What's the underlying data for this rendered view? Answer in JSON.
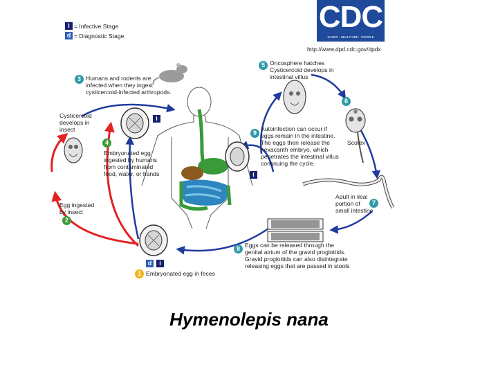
{
  "legend": {
    "infective_symbol": "i",
    "infective_label": "= Infective Stage",
    "diagnostic_symbol": "d",
    "diagnostic_label": "= Diagnostic Stage"
  },
  "logo": {
    "text": "CDC",
    "tagline": "SAFER · HEALTHIER · PEOPLE"
  },
  "url": "http://www.dpd.cdc.gov/dpdx",
  "stages": {
    "s1": {
      "num": "1",
      "text": "Embryonated egg in feces"
    },
    "s2": {
      "num": "2",
      "text": "Egg ingested\nby insect"
    },
    "s3": {
      "num": "3",
      "text": "Humans and rodents are\ninfected when they ingest\ncysticercoid-infected arthropods."
    },
    "s4": {
      "num": "4",
      "text": "Embryonated egg\ningested by humans\nfrom contaminated\nfood, water, or hands"
    },
    "s5": {
      "num": "5",
      "text": "Oncosphere hatches\nCysticercoid develops in\nintestinal villus"
    },
    "s6": {
      "num": "6"
    },
    "s7": {
      "num": "7",
      "text": "Adult in ileal\nportion of\nsmall intestine"
    },
    "s8": {
      "num": "8",
      "text": "Eggs can be released through the\ngenital atrium of the gravid proglottids.\nGravid proglottids can also disintegrate\nreleasing eggs that are passed in stools"
    },
    "s9": {
      "num": "9",
      "text": "Autoinfection can occur if\neggs remain in the intestine.\nThe eggs then release the\nhexacanth embryo, which\npenetrates the intestinal villus\ncontinuing the cycle."
    }
  },
  "labels": {
    "cysticercoid_insect": "Cysticercoid\ndevelops in\ninsect",
    "scolex": "Scolex"
  },
  "markers": {
    "i": "i",
    "d": "d"
  },
  "title": "Hymenolepis nana",
  "colors": {
    "human_cycle": "#1f3b9e",
    "insect_cycle": "#e32222",
    "intestine": "#3a9a3a"
  }
}
